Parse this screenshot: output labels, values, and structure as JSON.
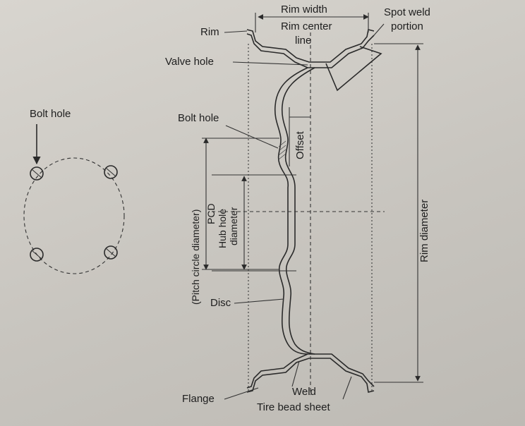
{
  "left_figure": {
    "bolt_hole_label": "Bolt hole"
  },
  "wheel_figure": {
    "labels": {
      "rim": "Rim",
      "rim_width": "Rim width",
      "rim_center_line_1": "Rim center",
      "rim_center_line_2": "line",
      "spot_weld_1": "Spot weld",
      "spot_weld_2": "portion",
      "valve_hole": "Valve hole",
      "bolt_hole": "Bolt hole",
      "offset": "Offset",
      "pcd_1": "(Pitch circle diameter)",
      "pcd_2": "PCD",
      "hub_hole_1": "Hub hole",
      "hub_hole_2": "diameter",
      "rim_diameter": "Rim diameter",
      "disc": "Disc",
      "flange": "Flange",
      "weld": "Weld",
      "tire_bead_sheet": "Tire bead sheet"
    }
  },
  "colors": {
    "background": "#c9c6c0",
    "ink": "#2a2a2a"
  }
}
